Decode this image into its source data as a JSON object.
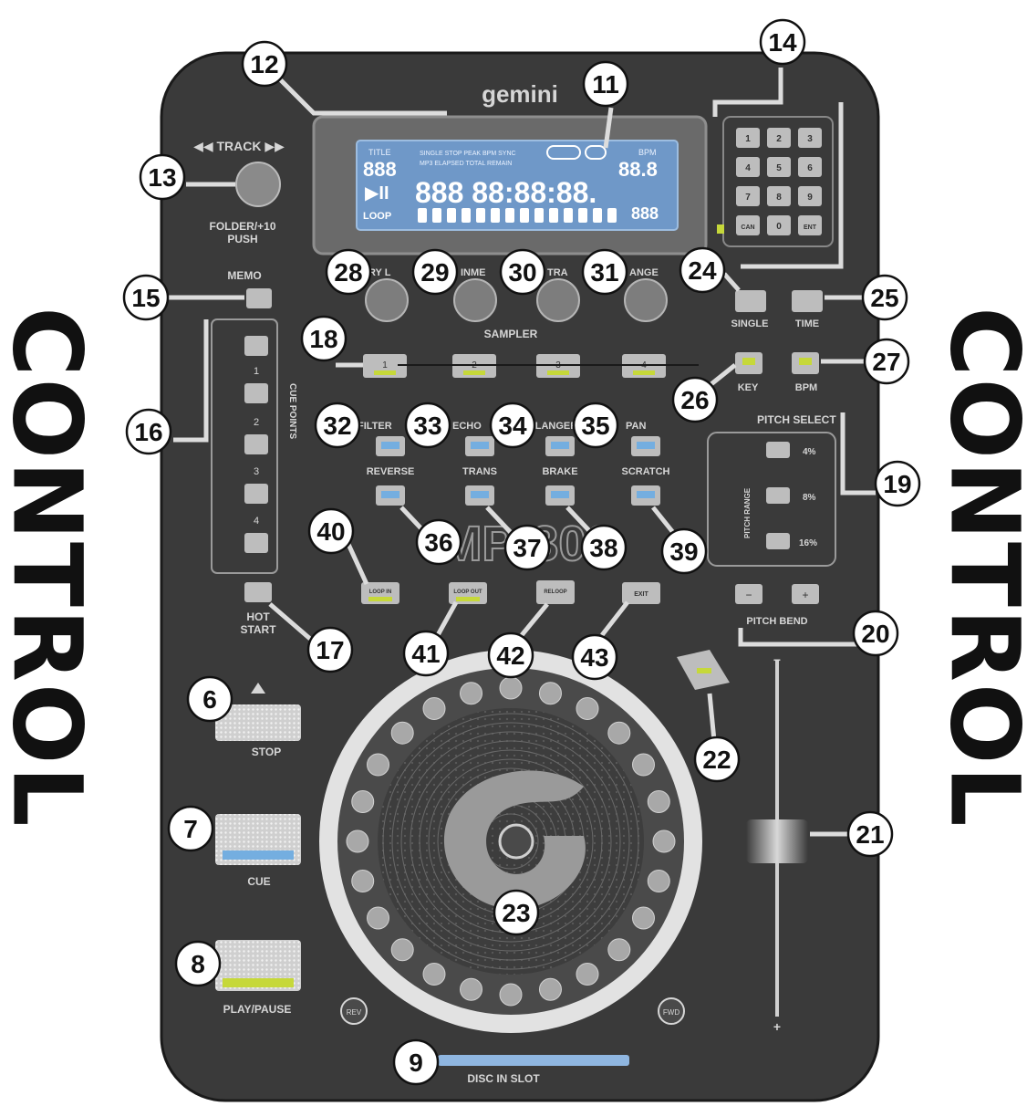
{
  "device": {
    "brand": "gemini",
    "model": "MP-300",
    "side_word": "CONTROL",
    "colors": {
      "body": "#3a3a3a",
      "button": "#bdbdbd",
      "lcd": "#6f98c8",
      "led_green": "#c6d83a",
      "led_blue": "#74aee0"
    }
  },
  "labels": {
    "track": "◀◀ TRACK ▶▶",
    "folder_1": "FOLDER/+10",
    "folder_2": "PUSH",
    "memo": "MEMO",
    "sampler": "SAMPLER",
    "cue_points": "CUE POINTS",
    "hot_start_1": "HOT",
    "hot_start_2": "START",
    "stop": "STOP",
    "cue": "CUE",
    "play_pause": "PLAY/PAUSE",
    "disc_in_slot": "DISC IN SLOT",
    "single": "SINGLE",
    "time": "TIME",
    "key": "KEY",
    "bpm": "BPM",
    "pitch_select": "PITCH SELECT",
    "pitch_bend": "PITCH BEND",
    "reverse": "REVERSE",
    "trans": "TRANS",
    "brake": "BRAKE",
    "scratch": "SCRATCH",
    "fx_partial_1": "FILTER",
    "fx_partial_2": "ECHO",
    "fx_partial_3": "FLANGER",
    "fx_partial_4": "PAN",
    "knob_partial_1": "RY L",
    "knob_partial_2": "INME",
    "knob_partial_3": "TRA",
    "knob_partial_4": "ANGE",
    "pitch_4": "4%",
    "pitch_8": "8%",
    "pitch_16": "16%",
    "pitch_range": "PITCH RANGE",
    "plus": "+",
    "minus": "−",
    "rev": "REV",
    "fwd": "FWD",
    "cue_1": "1",
    "cue_2": "2",
    "cue_3": "3",
    "cue_4": "4",
    "sample_1": "1",
    "sample_2": "2",
    "sample_3": "3",
    "sample_4": "4",
    "keypad": [
      "1",
      "2",
      "3",
      "4",
      "5",
      "6",
      "7",
      "8",
      "9",
      "CAN",
      "0",
      "ENT"
    ],
    "loop_in": "LOOP IN",
    "loop_out": "LOOP OUT",
    "reloop": "RELOOP",
    "exit": "EXIT"
  },
  "lcd": {
    "title": "TITLE",
    "track_num": "888",
    "single_text": "SINGLE STOP  PEAK  BPM SYNC",
    "mp3_text": "MP3  ELAPSED  TOTAL REMAIN",
    "main": "888 88:88:88.",
    "bpm_label": "BPM",
    "bpm": "88.8",
    "tempo": "888",
    "play_icon": "▶II",
    "loop": "LOOP"
  },
  "callouts": {
    "n6": "6",
    "n7": "7",
    "n8": "8",
    "n9": "9",
    "n11": "11",
    "n12": "12",
    "n13": "13",
    "n14": "14",
    "n15": "15",
    "n16": "16",
    "n17": "17",
    "n18": "18",
    "n19": "19",
    "n20": "20",
    "n21": "21",
    "n22": "22",
    "n23": "23",
    "n24": "24",
    "n25": "25",
    "n26": "26",
    "n27": "27",
    "n28": "28",
    "n29": "29",
    "n30": "30",
    "n31": "31",
    "n32": "32",
    "n33": "33",
    "n34": "34",
    "n35": "35",
    "n36": "36",
    "n37": "37",
    "n38": "38",
    "n39": "39",
    "n40": "40",
    "n41": "41",
    "n42": "42",
    "n43": "43"
  }
}
